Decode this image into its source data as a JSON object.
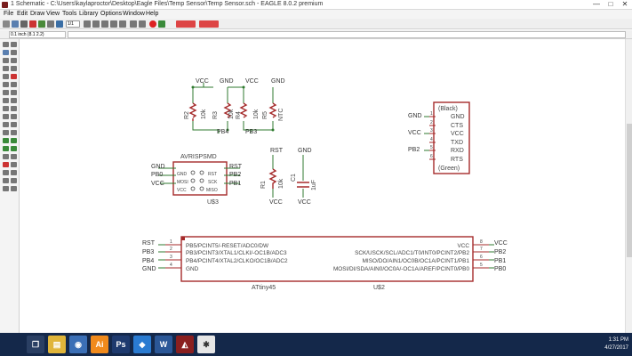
{
  "window": {
    "title": "1 Schematic - C:\\Users\\kaylaproctor\\Desktop\\Eagle Files\\Temp Sensor\\Temp Sensor.sch - EAGLE 8.0.2 premium",
    "controls": [
      "—",
      "□",
      "✕"
    ]
  },
  "menu": [
    "File",
    "Edit",
    "Draw",
    "View",
    "Tools",
    "Library",
    "Options",
    "Window",
    "Help"
  ],
  "toolbar": {
    "sheet_select": "1/1"
  },
  "command": {
    "coordinates": "0.1 inch (8.1 2.2)",
    "input_value": ""
  },
  "schematic": {
    "nets": {
      "vcc": "VCC",
      "gnd": "GND",
      "rst": "RST",
      "pb0": "PB0",
      "pb1": "PB1",
      "pb2": "PB2",
      "pb3": "PB3",
      "pb4": "PB4"
    },
    "resistors": [
      {
        "name": "R2",
        "value": "10k"
      },
      {
        "name": "R3",
        "value": "10k"
      },
      {
        "name": "R4",
        "value": "10k"
      },
      {
        "name": "R5",
        "value": "NTC"
      },
      {
        "name": "R1",
        "value": "10k"
      }
    ],
    "capacitor": {
      "name": "C1",
      "value": "1uF"
    },
    "isp": {
      "label": "AVRISPSMD",
      "ref": "U$3",
      "pins_left": [
        "GND",
        "MOSI",
        "VCC"
      ],
      "pins_right": [
        "RST",
        "SCK",
        "MISO"
      ]
    },
    "ftdi": {
      "top_label": "(Black)",
      "bottom_label": "(Green)",
      "pins": [
        "GND",
        "CTS",
        "VCC",
        "TXD",
        "RXD",
        "RTS"
      ],
      "pin_numbers": [
        "1",
        "2",
        "3",
        "4",
        "5",
        "6"
      ]
    },
    "mcu": {
      "part": "ATtiny45",
      "ref": "U$2",
      "pins_left": [
        "PB5/PCINT5/-RESET/ADC0/DW",
        "PB3/PCINT3/XTAL1/CLKI/-OC1B/ADC3",
        "PB4/PCINT4/XTAL2/CLKO/OC1B/ADC2",
        "GND"
      ],
      "pins_right": [
        "VCC",
        "SCK/USCK/SCL/ADC1/T0/INT0/PCINT2/PB2",
        "MISO/DO/AIN1/OC0B/OC1A/PCINT1/PB1",
        "MOSI/DI/SDA/AIN0/OC0A/-OC1A/AREF/PCINT0/PB0"
      ],
      "left_numbers": [
        "1",
        "2",
        "3",
        "4"
      ],
      "right_numbers": [
        "8",
        "7",
        "6",
        "5"
      ]
    }
  },
  "taskbar": {
    "apps": [
      {
        "name": "task-view",
        "glyph": "❐",
        "color": "#2a3f63"
      },
      {
        "name": "file-explorer",
        "glyph": "▤",
        "color": "#e0b53a"
      },
      {
        "name": "chrome",
        "glyph": "◉",
        "color": "#3b6fb6"
      },
      {
        "name": "illustrator",
        "glyph": "Ai",
        "color": "#f08a1c"
      },
      {
        "name": "photoshop",
        "glyph": "Ps",
        "color": "#1e3a6e"
      },
      {
        "name": "store",
        "glyph": "◆",
        "color": "#2a7bd1"
      },
      {
        "name": "word",
        "glyph": "W",
        "color": "#2b5797"
      },
      {
        "name": "eagle",
        "glyph": "◭",
        "color": "#8a1f1f"
      },
      {
        "name": "slack",
        "glyph": "✱",
        "color": "#e6e6e6"
      }
    ],
    "time": "1:31 PM",
    "date": "4/27/2017"
  }
}
